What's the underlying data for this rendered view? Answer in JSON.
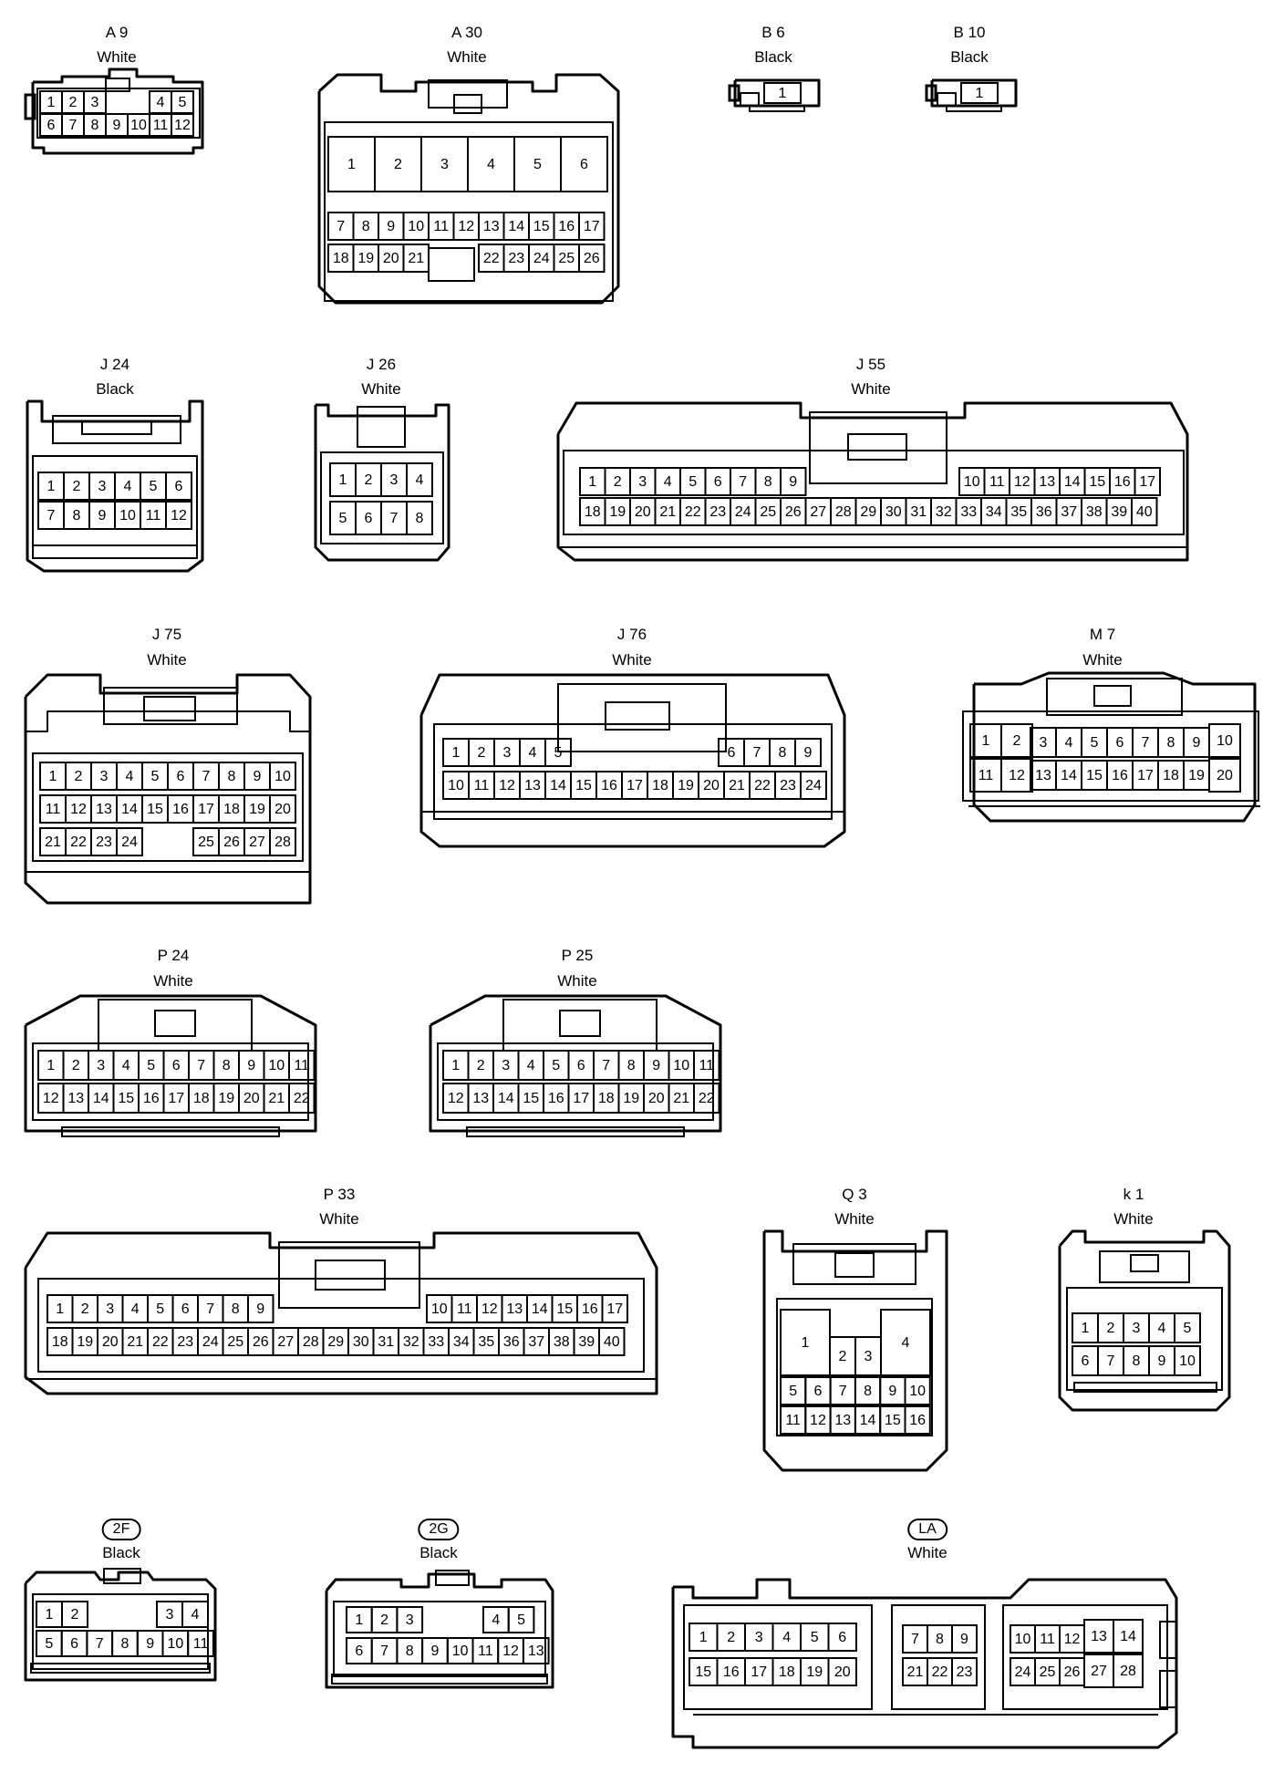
{
  "connectors": [
    {
      "id": "A 9",
      "color": "White",
      "rows": [
        [
          "1",
          "2",
          "3",
          "4",
          "5"
        ],
        [
          "6",
          "7",
          "8",
          "9",
          "10",
          "11",
          "12"
        ]
      ]
    },
    {
      "id": "A 30",
      "color": "White",
      "rows": [
        [
          "1",
          "2",
          "3",
          "4",
          "5",
          "6"
        ],
        [
          "7",
          "8",
          "9",
          "10",
          "11",
          "12",
          "13",
          "14",
          "15",
          "16",
          "17"
        ],
        [
          "18",
          "19",
          "20",
          "21",
          "22",
          "23",
          "24",
          "25",
          "26"
        ]
      ]
    },
    {
      "id": "B 6",
      "color": "Black",
      "rows": [
        [
          "1"
        ]
      ]
    },
    {
      "id": "B 10",
      "color": "Black",
      "rows": [
        [
          "1"
        ]
      ]
    },
    {
      "id": "J 24",
      "color": "Black",
      "rows": [
        [
          "1",
          "2",
          "3",
          "4",
          "5",
          "6"
        ],
        [
          "7",
          "8",
          "9",
          "10",
          "11",
          "12"
        ]
      ]
    },
    {
      "id": "J 26",
      "color": "White",
      "rows": [
        [
          "1",
          "2",
          "3",
          "4"
        ],
        [
          "5",
          "6",
          "7",
          "8"
        ]
      ]
    },
    {
      "id": "J 55",
      "color": "White",
      "rows": [
        [
          "1",
          "2",
          "3",
          "4",
          "5",
          "6",
          "7",
          "8",
          "9",
          "10",
          "11",
          "12",
          "13",
          "14",
          "15",
          "16",
          "17"
        ],
        [
          "18",
          "19",
          "20",
          "21",
          "22",
          "23",
          "24",
          "25",
          "26",
          "27",
          "28",
          "29",
          "30",
          "31",
          "32",
          "33",
          "34",
          "35",
          "36",
          "37",
          "38",
          "39",
          "40"
        ]
      ]
    },
    {
      "id": "J 75",
      "color": "White",
      "rows": [
        [
          "1",
          "2",
          "3",
          "4",
          "5",
          "6",
          "7",
          "8",
          "9",
          "10"
        ],
        [
          "11",
          "12",
          "13",
          "14",
          "15",
          "16",
          "17",
          "18",
          "19",
          "20"
        ],
        [
          "21",
          "22",
          "23",
          "24",
          "25",
          "26",
          "27",
          "28"
        ]
      ]
    },
    {
      "id": "J 76",
      "color": "White",
      "rows": [
        [
          "1",
          "2",
          "3",
          "4",
          "5",
          "6",
          "7",
          "8",
          "9"
        ],
        [
          "10",
          "11",
          "12",
          "13",
          "14",
          "15",
          "16",
          "17",
          "18",
          "19",
          "20",
          "21",
          "22",
          "23",
          "24"
        ]
      ]
    },
    {
      "id": "M 7",
      "color": "White",
      "rows": [
        [
          "1",
          "2",
          "3",
          "4",
          "5",
          "6",
          "7",
          "8",
          "9",
          "10"
        ],
        [
          "11",
          "12",
          "13",
          "14",
          "15",
          "16",
          "17",
          "18",
          "19",
          "20"
        ]
      ]
    },
    {
      "id": "P 24",
      "color": "White",
      "rows": [
        [
          "1",
          "2",
          "3",
          "4",
          "5",
          "6",
          "7",
          "8",
          "9",
          "10",
          "11"
        ],
        [
          "12",
          "13",
          "14",
          "15",
          "16",
          "17",
          "18",
          "19",
          "20",
          "21",
          "22"
        ]
      ]
    },
    {
      "id": "P 25",
      "color": "White",
      "rows": [
        [
          "1",
          "2",
          "3",
          "4",
          "5",
          "6",
          "7",
          "8",
          "9",
          "10",
          "11"
        ],
        [
          "12",
          "13",
          "14",
          "15",
          "16",
          "17",
          "18",
          "19",
          "20",
          "21",
          "22"
        ]
      ]
    },
    {
      "id": "P 33",
      "color": "White",
      "rows": [
        [
          "1",
          "2",
          "3",
          "4",
          "5",
          "6",
          "7",
          "8",
          "9",
          "10",
          "11",
          "12",
          "13",
          "14",
          "15",
          "16",
          "17"
        ],
        [
          "18",
          "19",
          "20",
          "21",
          "22",
          "23",
          "24",
          "25",
          "26",
          "27",
          "28",
          "29",
          "30",
          "31",
          "32",
          "33",
          "34",
          "35",
          "36",
          "37",
          "38",
          "39",
          "40"
        ]
      ]
    },
    {
      "id": "Q 3",
      "color": "White",
      "rows": [
        [
          "1",
          "2",
          "3",
          "4"
        ],
        [
          "5",
          "6",
          "7",
          "8",
          "9",
          "10"
        ],
        [
          "11",
          "12",
          "13",
          "14",
          "15",
          "16"
        ]
      ]
    },
    {
      "id": "k 1",
      "color": "White",
      "rows": [
        [
          "1",
          "2",
          "3",
          "4",
          "5"
        ],
        [
          "6",
          "7",
          "8",
          "9",
          "10"
        ]
      ]
    },
    {
      "id": "2F",
      "color": "Black",
      "rows": [
        [
          "1",
          "2",
          "3",
          "4"
        ],
        [
          "5",
          "6",
          "7",
          "8",
          "9",
          "10",
          "11"
        ]
      ]
    },
    {
      "id": "2G",
      "color": "Black",
      "rows": [
        [
          "1",
          "2",
          "3",
          "4",
          "5"
        ],
        [
          "6",
          "7",
          "8",
          "9",
          "10",
          "11",
          "12",
          "13"
        ]
      ]
    },
    {
      "id": "LA",
      "color": "White",
      "rows": [
        [
          "1",
          "2",
          "3",
          "4",
          "5",
          "6",
          "7",
          "8",
          "9",
          "10",
          "11",
          "12",
          "13",
          "14"
        ],
        [
          "15",
          "16",
          "17",
          "18",
          "19",
          "20",
          "21",
          "22",
          "23",
          "24",
          "25",
          "26",
          "27",
          "28"
        ]
      ]
    }
  ]
}
